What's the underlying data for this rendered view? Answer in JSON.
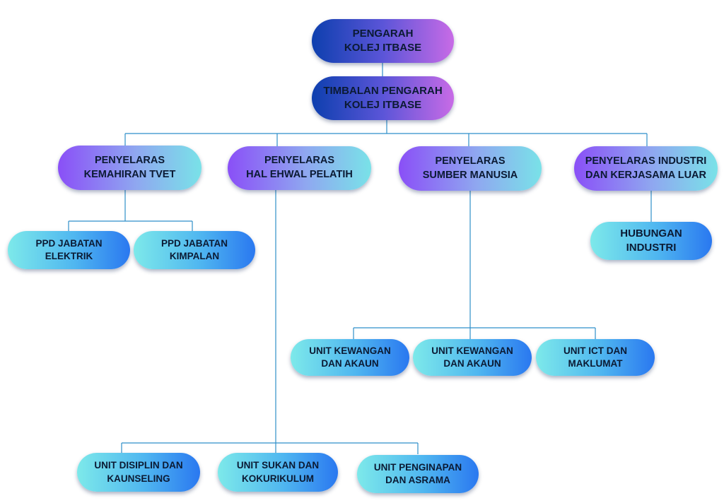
{
  "chart": {
    "root": {
      "label": "PENGARAH\nKOLEJ ITBASE"
    },
    "deputy": {
      "label": "TIMBALAN PENGARAH\nKOLEJ ITBASE"
    },
    "coordinators": [
      {
        "label": "PENYELARAS\nKEMAHIRAN TVET"
      },
      {
        "label": "PENYELARAS\nHAL EHWAL PELATIH"
      },
      {
        "label": "PENYELARAS\nSUMBER MANUSIA"
      },
      {
        "label": "PENYELARAS INDUSTRI\nDAN KERJASAMA LUAR"
      }
    ],
    "tvet_units": [
      {
        "label": "PPD JABATAN\nELEKTRIK"
      },
      {
        "label": "PPD JABATAN\nKIMPALAN"
      }
    ],
    "industry_units": [
      {
        "label": "HUBUNGAN\nINDUSTRI"
      }
    ],
    "hr_units": [
      {
        "label": "UNIT KEWANGAN\nDAN AKAUN"
      },
      {
        "label": "UNIT KEWANGAN\nDAN AKAUN"
      },
      {
        "label": "UNIT ICT DAN\nMAKLUMAT"
      }
    ],
    "student_units": [
      {
        "label": "UNIT DISIPLIN DAN\nKAUNSELING"
      },
      {
        "label": "UNIT SUKAN DAN\nKOKURIKULUM"
      },
      {
        "label": "UNIT PENGINAPAN\nDAN ASRAMA"
      }
    ]
  },
  "colors": {
    "connector": "#2f8fc9",
    "top_gradient": [
      "#0d3fae",
      "#c86be6"
    ],
    "coordinator_gradient": [
      "#8a4ff7",
      "#79e2e8"
    ],
    "unit_gradient": [
      "#7de9ea",
      "#2a78f0"
    ]
  }
}
